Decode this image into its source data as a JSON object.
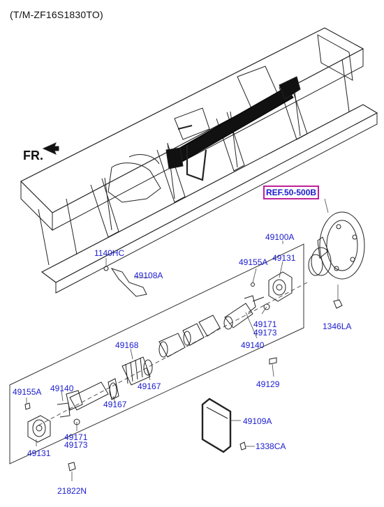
{
  "header": {
    "model_code": "(T/M-ZF16S1830TO)"
  },
  "front_marker": {
    "text": "FR."
  },
  "reference": {
    "text": "REF.50-500B"
  },
  "parts": [
    {
      "id": "p1140HC",
      "code": "1140HC"
    },
    {
      "id": "p49108A",
      "code": "49108A"
    },
    {
      "id": "p49100A",
      "code": "49100A"
    },
    {
      "id": "p49155A_r",
      "code": "49155A"
    },
    {
      "id": "p49131_r",
      "code": "49131"
    },
    {
      "id": "p1346LA",
      "code": "1346LA"
    },
    {
      "id": "p49171_r",
      "code": "49171"
    },
    {
      "id": "p49173_r",
      "code": "49173"
    },
    {
      "id": "p49140_r",
      "code": "49140"
    },
    {
      "id": "p49168",
      "code": "49168"
    },
    {
      "id": "p49167_a",
      "code": "49167"
    },
    {
      "id": "p49167_b",
      "code": "49167"
    },
    {
      "id": "p49129",
      "code": "49129"
    },
    {
      "id": "p49155A_l",
      "code": "49155A"
    },
    {
      "id": "p49140_l",
      "code": "49140"
    },
    {
      "id": "p49109A",
      "code": "49109A"
    },
    {
      "id": "p49171_l",
      "code": "49171"
    },
    {
      "id": "p49173_l",
      "code": "49173"
    },
    {
      "id": "p49131_l",
      "code": "49131"
    },
    {
      "id": "p1338CA",
      "code": "1338CA"
    },
    {
      "id": "p21822N",
      "code": "21822N"
    }
  ]
}
